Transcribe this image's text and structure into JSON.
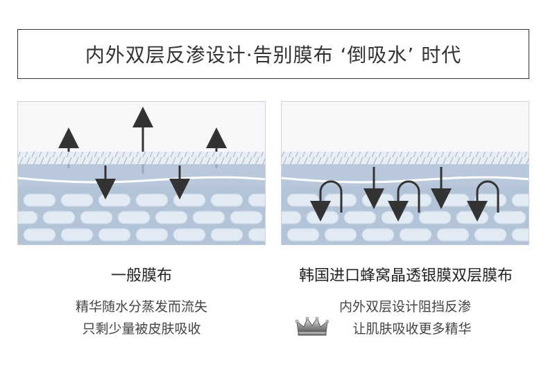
{
  "header": {
    "title": "内外双层反渗设计·告别膜布 ‘倒吸水’ 时代"
  },
  "left": {
    "title": "一般膜布",
    "lines": [
      "精华随水分蒸发而流失",
      "只剩少量被皮肤吸收"
    ]
  },
  "right": {
    "title": "韩国进口蜂窝晶透银膜双层膜布",
    "lines": [
      "内外双层设计阻挡反渗",
      "让肌肤吸收更多精华"
    ]
  },
  "icons": {
    "badge": "crown-icon"
  },
  "colors": {
    "skin_light": "#c9d6e6",
    "skin_dark": "#aebfd3",
    "cell": "#dfe8f3",
    "arrow": "#333333",
    "hatch": "#b9c6d6"
  }
}
